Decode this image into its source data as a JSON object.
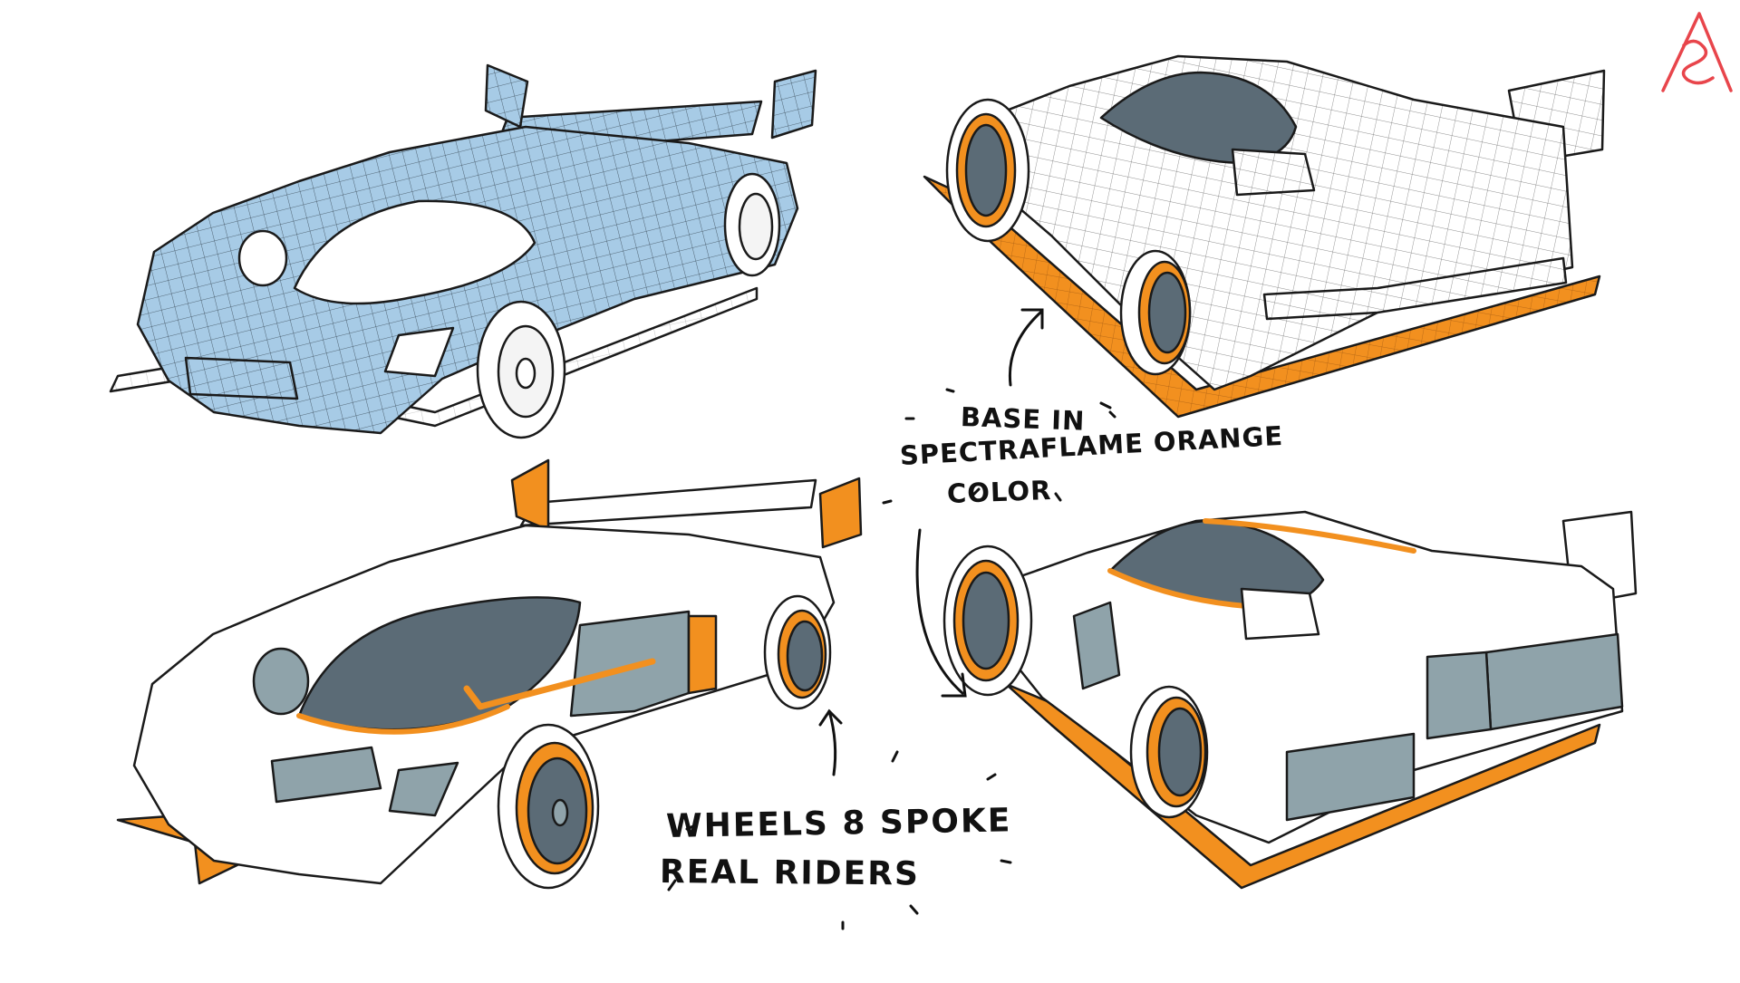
{
  "sheet": {
    "background": "#ffffff",
    "ink": "#111111",
    "colors": {
      "wire_blue": "#a7cbe6",
      "spectraflame_orange": "#f2901f",
      "slate_glass": "#5b6b76",
      "panel_grey": "#8fa3aa",
      "brand_red": "#e8454b"
    },
    "logo": {
      "icon": "brand-logo-icon"
    },
    "annotations": {
      "base": {
        "line1": "BASE IN",
        "line2": "SPECTRAFLAME ORANGE",
        "line3": "COLOR"
      },
      "wheels": {
        "line1": "WHEELS 8 SPOKE",
        "line2": "REAL RIDERS"
      }
    }
  }
}
